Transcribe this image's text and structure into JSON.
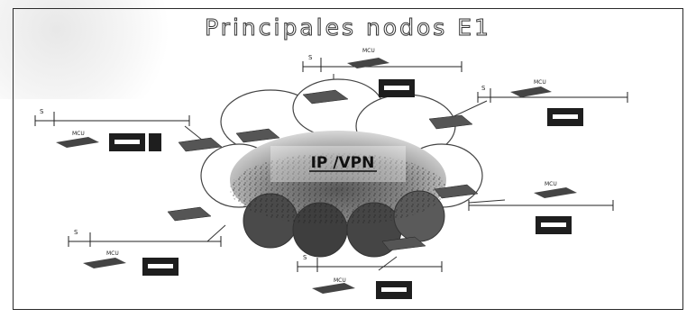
{
  "title": "Principales nodos E1",
  "cloud_label": "IP /VPN",
  "branch_label": "S",
  "device_label": "MCU"
}
